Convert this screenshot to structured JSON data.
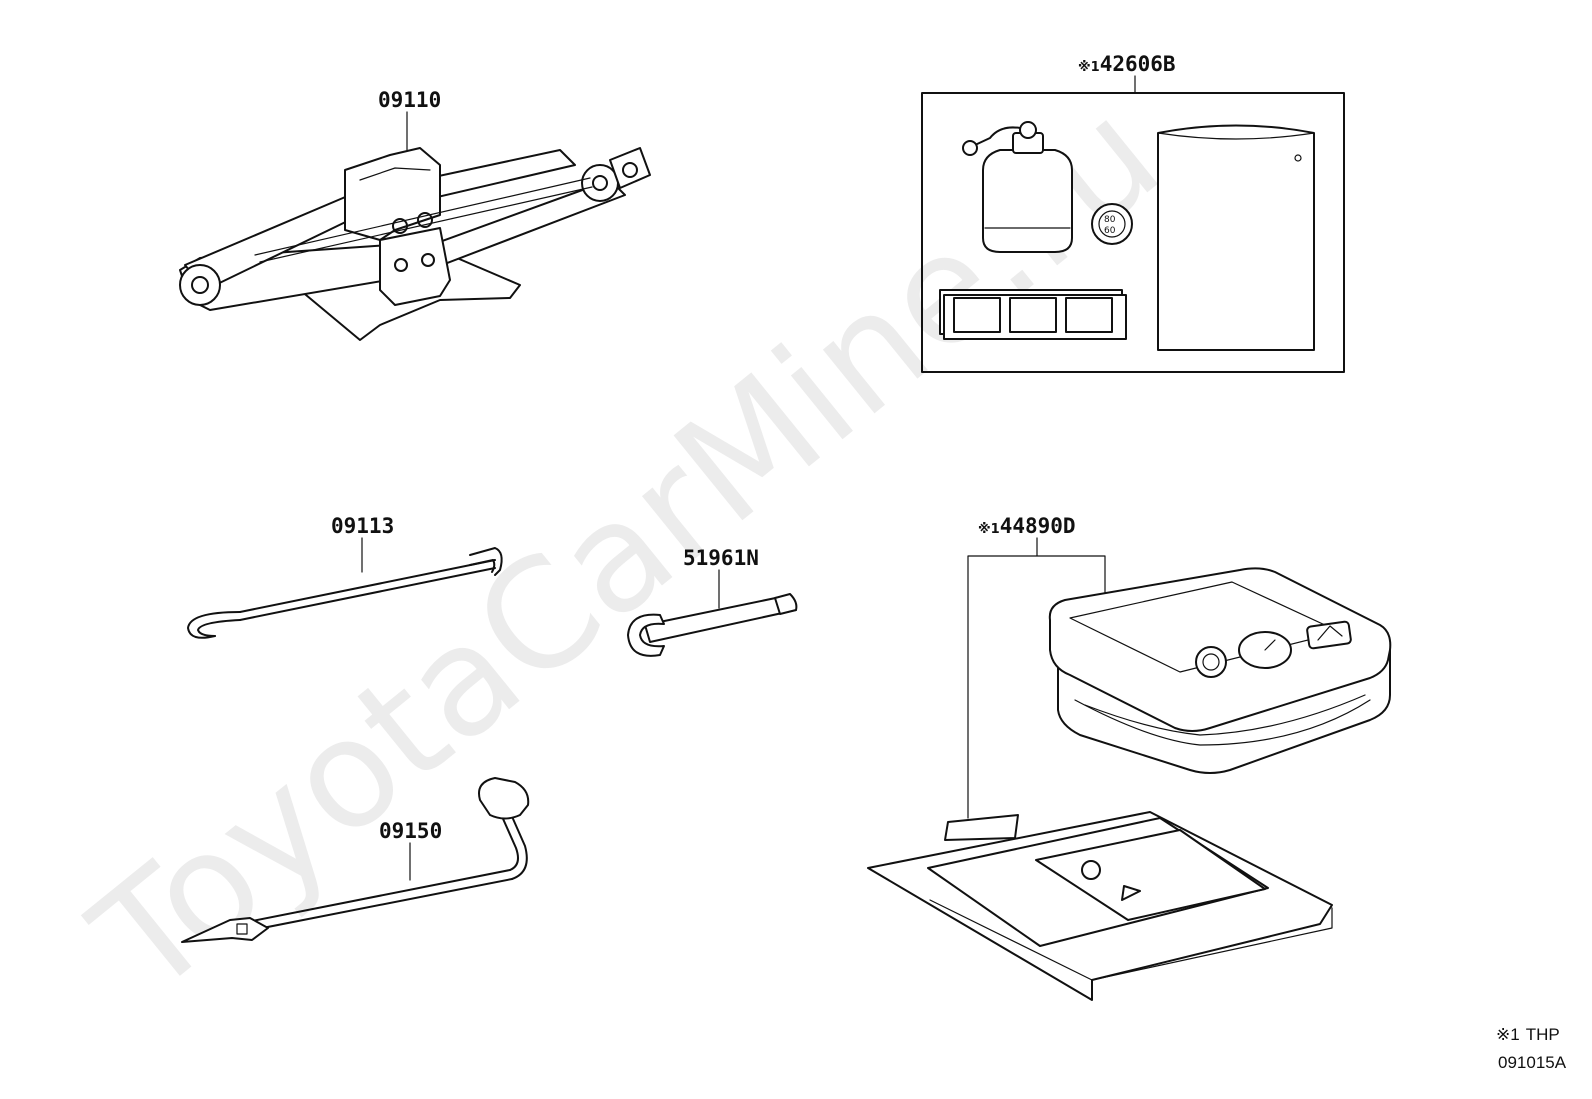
{
  "watermark": "ToyotaCarMine.ru",
  "parts": [
    {
      "code": "09110",
      "description": ""
    },
    {
      "code": "09113",
      "description": ""
    },
    {
      "code": "51961N",
      "description": ""
    },
    {
      "code": "09150",
      "description": ""
    }
  ],
  "kits": [
    {
      "mark": "※1",
      "code": "42606B"
    },
    {
      "mark": "※1",
      "code": "44890D"
    }
  ],
  "gauge_text": [
    "80",
    "60"
  ],
  "legend": {
    "mark": "※1",
    "text": "THP"
  },
  "diagram_id": "091015A"
}
